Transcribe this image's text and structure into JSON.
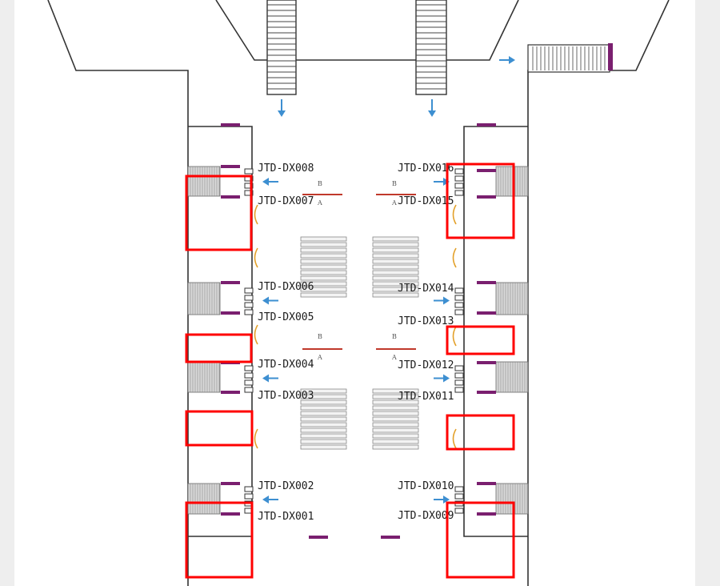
{
  "colors": {
    "background": "#eeeeee",
    "paper": "#ffffff",
    "wall": "#333333",
    "stair_fill": "#d9d9d9",
    "door": "#7a1f6f",
    "arrow": "#3d8fd1",
    "highlight": "#ff0000",
    "platform_edge": "#c0392b",
    "arc": "#e3a12b"
  },
  "gates_left": [
    {
      "id": "JTD-DX008"
    },
    {
      "id": "JTD-DX007"
    },
    {
      "id": "JTD-DX006"
    },
    {
      "id": "JTD-DX005"
    },
    {
      "id": "JTD-DX004"
    },
    {
      "id": "JTD-DX003"
    },
    {
      "id": "JTD-DX002"
    },
    {
      "id": "JTD-DX001"
    }
  ],
  "gates_right": [
    {
      "id": "JTD-DX016"
    },
    {
      "id": "JTD-DX015"
    },
    {
      "id": "JTD-DX014"
    },
    {
      "id": "JTD-DX013"
    },
    {
      "id": "JTD-DX012"
    },
    {
      "id": "JTD-DX011"
    },
    {
      "id": "JTD-DX010"
    },
    {
      "id": "JTD-DX009"
    }
  ],
  "platform_marks": {
    "upper": "B",
    "lower": "A"
  },
  "icons": {
    "arrow": "arrow-icon",
    "stair": "staircase-icon",
    "door": "door-marker-icon",
    "turnstile": "turnstile-icon"
  }
}
